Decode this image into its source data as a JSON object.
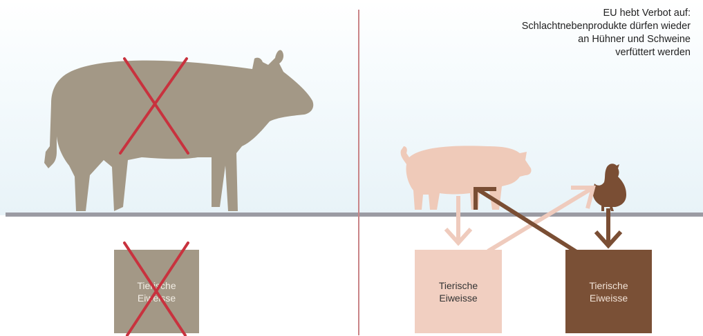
{
  "headline": {
    "lines": [
      "EU hebt Verbot auf:",
      "Schlachtnebenprodukte dürfen wieder",
      "an Hühner und Schweine",
      "verfüttert werden"
    ]
  },
  "boxes": {
    "cow": {
      "line1": "Tierische",
      "line2": "Eiweisse",
      "color": "#a39886",
      "text_color": "#f2ede4"
    },
    "pig": {
      "line1": "Tierische",
      "line2": "Eiweisse",
      "color": "#f1cfc1",
      "text_color": "#333333"
    },
    "chicken": {
      "line1": "Tierische",
      "line2": "Eiweisse",
      "color": "#7a5036",
      "text_color": "#f1e2d6"
    }
  },
  "colors": {
    "cow": "#a39886",
    "pig": "#efcab9",
    "chicken": "#7a4e34",
    "cross": "#c8323e",
    "ground": "#9b9ba3",
    "divider": "#c98487",
    "arrow_light": "#efcbbd",
    "arrow_dark": "#7a4e34"
  }
}
